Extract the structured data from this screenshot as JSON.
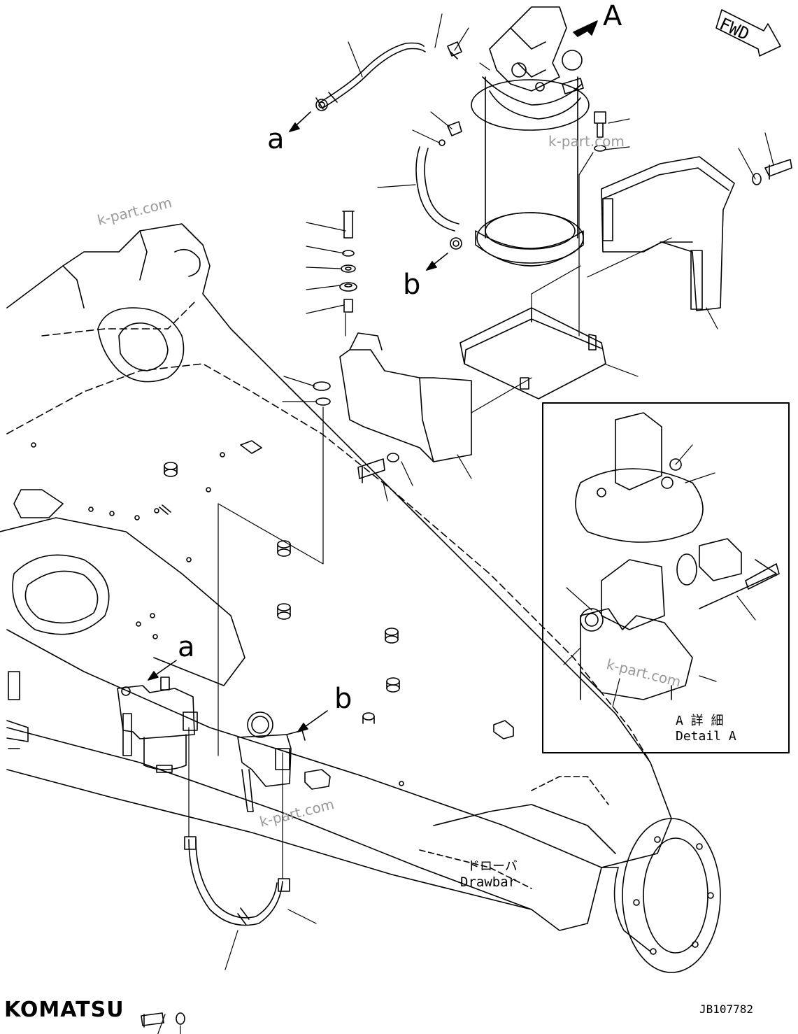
{
  "callouts": {
    "big_a": "A",
    "a_upper": "a",
    "b_upper": "b",
    "a_lower": "a",
    "b_lower": "b"
  },
  "fwd": "FWD",
  "detail": {
    "title_jp": "A 詳 細",
    "title_en": "Detail A"
  },
  "drawbar": {
    "jp": "ドローバ",
    "en": "Drawbar"
  },
  "watermark": "k-part.com",
  "brand": "KOMATSU",
  "doc_id": "JB107782",
  "colors": {
    "line": "#000000",
    "watermark": "#9a9a9a",
    "background": "#ffffff"
  }
}
